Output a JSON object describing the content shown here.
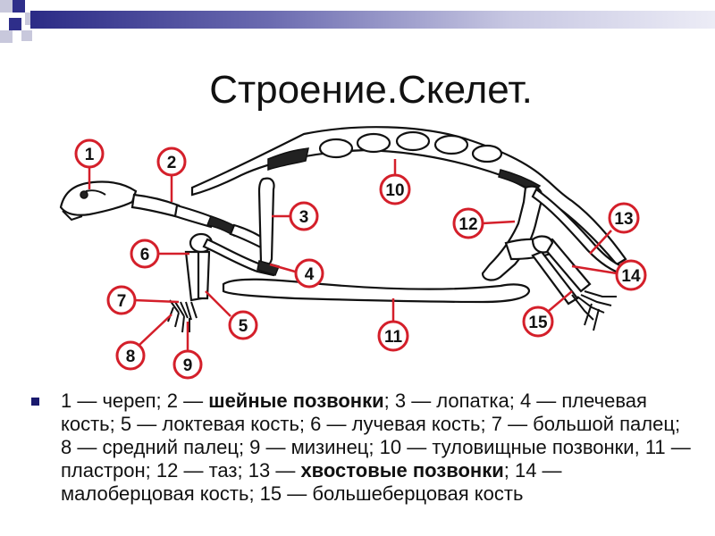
{
  "slide": {
    "title": "Строение.Скелет."
  },
  "diagram": {
    "labels": [
      "1",
      "2",
      "3",
      "4",
      "5",
      "6",
      "7",
      "8",
      "9",
      "10",
      "11",
      "12",
      "13",
      "14",
      "15"
    ]
  },
  "caption": {
    "p1": "1 — череп; 2 — ",
    "b1": "шейные позвонки",
    "p2": "; 3 — лопатка; 4 — плечевая кость; 5 — локтевая кость; 6 — лучевая кость; 7 — большой палец; 8 — средний палец; 9 — мизинец; 10 — туловищные позвонки, 11 — пластрон; 12 — таз; 13 — ",
    "b2": "хвостовые позвонки",
    "p3": "; 14 — малоберцовая кость; 15 — большеберцовая кость"
  },
  "colors": {
    "accent": "#d41f2a",
    "band_dark": "#2b2b86"
  }
}
